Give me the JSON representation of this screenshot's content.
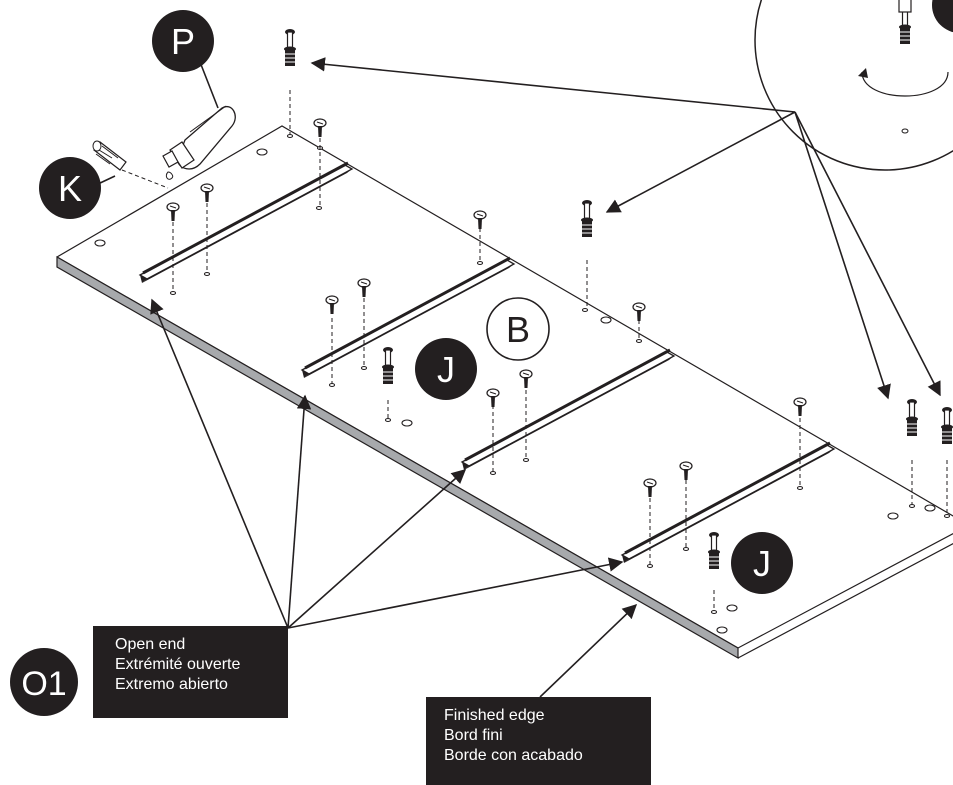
{
  "labels": {
    "part_p": "P",
    "part_k": "K",
    "part_b": "B",
    "part_j_upper": "J",
    "part_j_lower": "J",
    "step_o1": "O1"
  },
  "callouts": {
    "open_end": {
      "line1": "Open end",
      "line2": "Extrémité ouverte",
      "line3": "Extremo abierto"
    },
    "finished_edge": {
      "line1": "Finished edge",
      "line2": "Bord fini",
      "line3": "Borde con acabado"
    }
  },
  "colors": {
    "ink": "#231f20",
    "edge": "#a7a9ac",
    "paper": "#ffffff"
  }
}
